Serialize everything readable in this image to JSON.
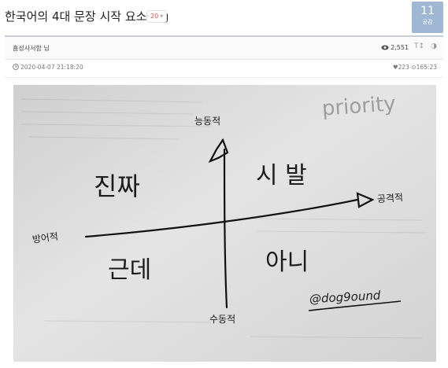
{
  "post": {
    "title": "한국어의 4대 문장 시작 요소.jpg",
    "comment_count": "20",
    "chevron": "▾",
    "like_count": "11",
    "like_label": "공감",
    "author": "흠성사서함 님",
    "view_icon": "eye-icon",
    "views": "2,551",
    "font_size_toggle": "T↕",
    "contrast_toggle": "◑",
    "date_icon": "clock-icon",
    "date": "2020-04-07 21:18:20",
    "stats_text": "♥223 ⊙165:23"
  },
  "image": {
    "axis_top": "능동적",
    "axis_bottom": "수동적",
    "axis_left": "방어적",
    "axis_right": "공격적",
    "q_top_left": "진짜",
    "q_top_right": "시 발",
    "q_bottom_left": "근데",
    "q_bottom_right": "아니",
    "signature": "@dog9ound",
    "bg_text": "priority"
  },
  "colors": {
    "like_box": "#9fb7d3",
    "comment_count": "#d9534f",
    "divider": "#c6ccd8"
  }
}
